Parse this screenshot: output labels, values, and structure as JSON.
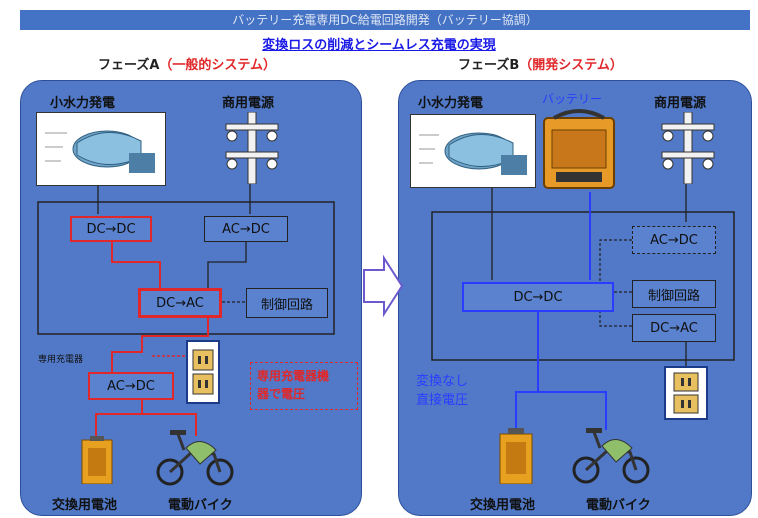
{
  "header": {
    "title": "バッテリー充電専用DC給電回路開発（バッテリー協調）",
    "subtitle": "変換ロスの削減とシームレス充電の実現"
  },
  "phase_a": {
    "title_main": "フェーズA",
    "title_paren": "（一般的システム）",
    "hydro_label": "小水力発電",
    "grid_label": "商用電源",
    "dcdc": "DC→DC",
    "acdc": "AC→DC",
    "dcac": "DC→AC",
    "control": "制御回路",
    "charger_label": "専用充電器",
    "charger_acdc": "AC→DC",
    "note": "専用充電器機\n器で電圧",
    "battery_label": "交換用電池",
    "bike_label": "電動バイク"
  },
  "phase_b": {
    "title_main": "フェーズB",
    "title_paren": "（開発システム）",
    "hydro_label": "小水力発電",
    "battery_top_label": "バッテリー",
    "grid_label": "商用電源",
    "acdc": "AC→DC",
    "dcdc": "DC→DC",
    "control": "制御回路",
    "dcac": "DC→AC",
    "note": "変換なし\n直接電圧",
    "battery_label": "交換用電池",
    "bike_label": "電動バイク"
  },
  "colors": {
    "banner": "#4472c4",
    "panel": "#5179c8",
    "red": "#e0282a",
    "blue": "#2a3cff",
    "dark": "#222222"
  }
}
